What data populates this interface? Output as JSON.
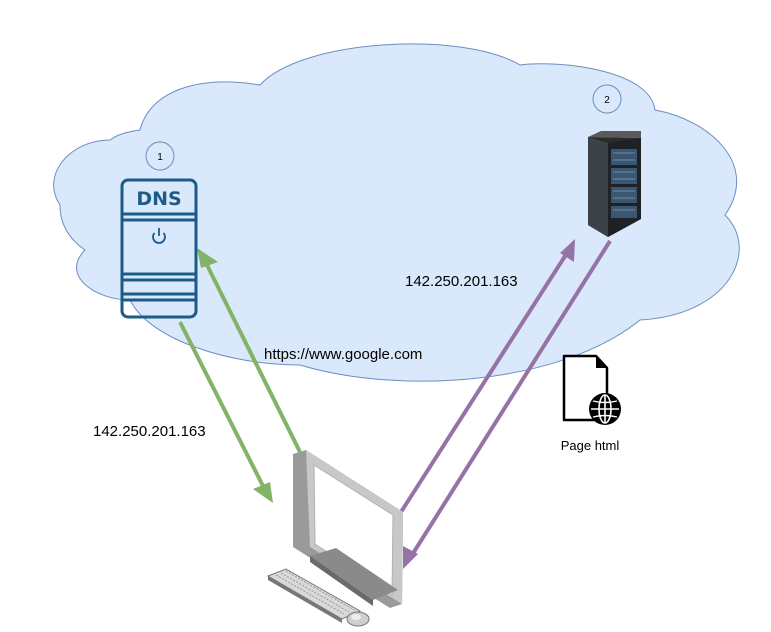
{
  "nodes": {
    "dns_number": "1",
    "web_number": "2",
    "dns_text": "DNS",
    "page_label": "Page html"
  },
  "labels": {
    "dns_response_ip": "142.250.201.163",
    "server_request_ip": "142.250.201.163",
    "url": "https://www.google.com"
  },
  "colors": {
    "cloud_fill": "#dae8fc",
    "cloud_stroke": "#6c8ebf",
    "dns_arrows": "#82b366",
    "server_arrows": "#9673a6",
    "dns_icon": "#1b5b86"
  }
}
